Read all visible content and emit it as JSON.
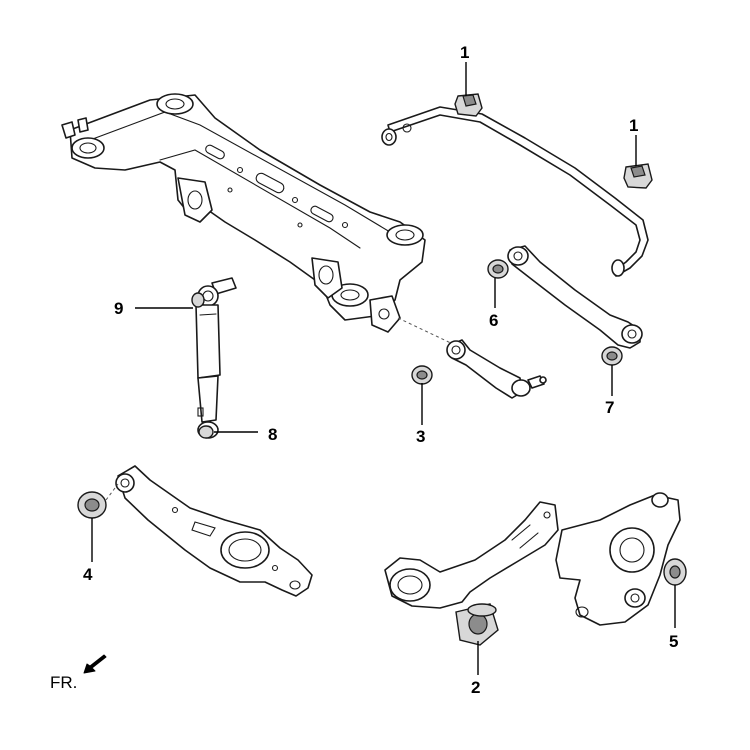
{
  "callouts": {
    "c1a": "1",
    "c1b": "1",
    "c2": "2",
    "c3": "3",
    "c4": "4",
    "c5": "5",
    "c6": "6",
    "c7": "7",
    "c8": "8",
    "c9": "9"
  },
  "orientation": {
    "label": "FR.",
    "arrow_icon": "arrow-down-left-icon"
  }
}
